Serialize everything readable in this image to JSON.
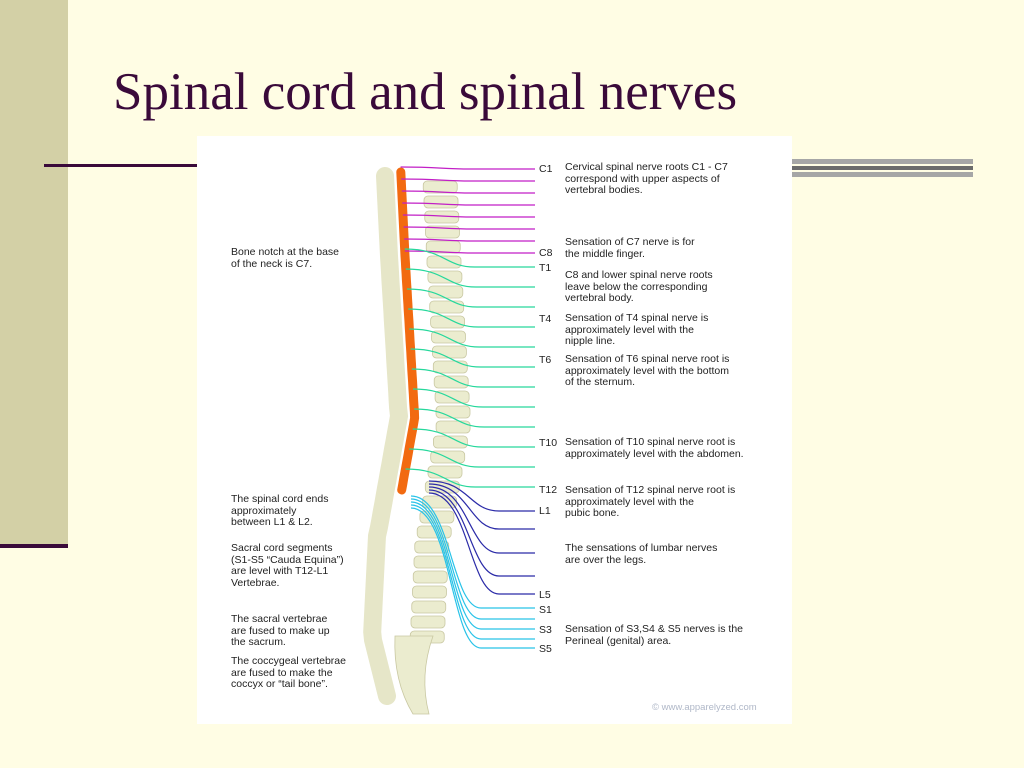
{
  "slide": {
    "title": "Spinal cord and spinal nerves"
  },
  "colors": {
    "background": "#fffde4",
    "title": "#3a0a3a",
    "side_bar": "#d3d0a6",
    "cord": "#f26a10",
    "cervical_nerves": "#c21fc6",
    "thoracic_nerves": "#27d89c",
    "lumbar_nerves": "#2b2ba8",
    "sacral_nerves": "#29c3e8"
  },
  "diagram": {
    "left_notes": {
      "bone_notch": "Bone notch at the base\nof the neck is C7.",
      "cord_ends": "The spinal cord ends\napproximately\nbetween L1 & L2.",
      "sacral_segments": "Sacral cord segments\n(S1-S5 “Cauda Equina”)\nare level with T12-L1\nVertebrae.",
      "sacral_fused": "The sacral vertebrae\nare fused to make up\nthe sacrum.",
      "coccygeal": "The coccygeal vertebrae\nare fused to make the\ncoccyx or “tail bone”."
    },
    "levels": {
      "c1": "C1",
      "c8": "C8",
      "t1": "T1",
      "t4": "T4",
      "t6": "T6",
      "t10": "T10",
      "t12": "T12",
      "l1": "L1",
      "l5": "L5",
      "s1": "S1",
      "s3": "S3",
      "s5": "S5"
    },
    "right_notes": {
      "cervical": "Cervical spinal nerve roots C1 - C7\ncorrespond with upper aspects of\nvertebral bodies.",
      "c7": "Sensation of C7 nerve is for\nthe middle finger.",
      "c8_lower": "C8 and lower spinal nerve roots\nleave below the corresponding\nvertebral body.",
      "t4": "Sensation of T4 spinal nerve is\napproximately level with the\nnipple line.",
      "t6": "Sensation of T6 spinal nerve root is\napproximately level with the bottom\nof the sternum.",
      "t10": "Sensation of T10 spinal nerve root is\napproximately level with the abdomen.",
      "t12": "Sensation of T12 spinal nerve root is\napproximately level with the\npubic bone.",
      "lumbar": "The sensations of lumbar nerves\nare over the legs.",
      "sacral": "Sensation of S3,S4 & S5 nerves is the\nPerineal (genital) area."
    },
    "credit": "© www.apparelyzed.com"
  }
}
